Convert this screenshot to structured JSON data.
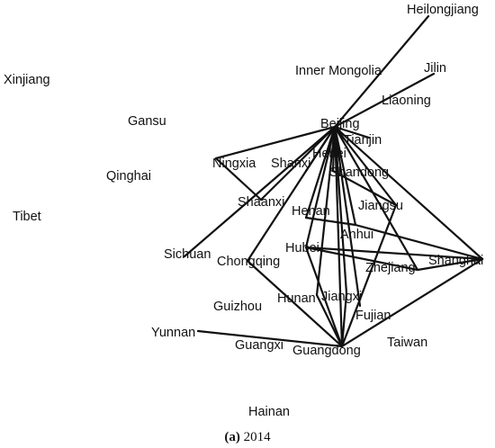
{
  "figure": {
    "caption_label": "(a)",
    "caption_year": "2014"
  },
  "nodes": [
    {
      "id": "Heilongjiang",
      "label": "Heilongjiang"
    },
    {
      "id": "Xinjiang",
      "label": "Xinjiang"
    },
    {
      "id": "InnerMongolia",
      "label": "Inner Mongolia"
    },
    {
      "id": "Jilin",
      "label": "Jilin"
    },
    {
      "id": "Liaoning",
      "label": "Liaoning"
    },
    {
      "id": "Gansu",
      "label": "Gansu"
    },
    {
      "id": "Beijing",
      "label": "Beijing"
    },
    {
      "id": "Tianjin",
      "label": "Tianjin"
    },
    {
      "id": "Hebei",
      "label": "Hebei"
    },
    {
      "id": "Ningxia",
      "label": "Ningxia"
    },
    {
      "id": "Shanxi",
      "label": "Shanxi"
    },
    {
      "id": "Shandong",
      "label": "Shandong"
    },
    {
      "id": "Qinghai",
      "label": "Qinghai"
    },
    {
      "id": "Shaanxi",
      "label": "Shaanxi"
    },
    {
      "id": "Jiangsu",
      "label": "Jiangsu"
    },
    {
      "id": "Tibet",
      "label": "Tibet"
    },
    {
      "id": "Henan",
      "label": "Henan"
    },
    {
      "id": "Anhui",
      "label": "Anhui"
    },
    {
      "id": "Sichuan",
      "label": "Sichuan"
    },
    {
      "id": "Hubei",
      "label": "Hubei"
    },
    {
      "id": "Chongqing",
      "label": "Chongqing"
    },
    {
      "id": "Shanghai",
      "label": "Shanghai"
    },
    {
      "id": "Zhejiang",
      "label": "Zhejiang"
    },
    {
      "id": "Hunan",
      "label": "Hunan"
    },
    {
      "id": "Jiangxi",
      "label": "Jiangxi"
    },
    {
      "id": "Guizhou",
      "label": "Guizhou"
    },
    {
      "id": "Fujian",
      "label": "Fujian"
    },
    {
      "id": "Yunnan",
      "label": "Yunnan"
    },
    {
      "id": "Guangxi",
      "label": "Guangxi"
    },
    {
      "id": "Guangdong",
      "label": "Guangdong"
    },
    {
      "id": "Taiwan",
      "label": "Taiwan"
    },
    {
      "id": "Hainan",
      "label": "Hainan"
    }
  ],
  "edges": [
    [
      "Beijing",
      "Heilongjiang"
    ],
    [
      "Beijing",
      "Jilin"
    ],
    [
      "Beijing",
      "Tianjin"
    ],
    [
      "Beijing",
      "Hebei"
    ],
    [
      "Beijing",
      "Ningxia"
    ],
    [
      "Beijing",
      "Shaanxi"
    ],
    [
      "Beijing",
      "Sichuan"
    ],
    [
      "Beijing",
      "Shanxi"
    ],
    [
      "Beijing",
      "Shandong"
    ],
    [
      "Beijing",
      "Henan"
    ],
    [
      "Beijing",
      "Jiangsu"
    ],
    [
      "Beijing",
      "Anhui"
    ],
    [
      "Beijing",
      "Hubei"
    ],
    [
      "Beijing",
      "Chongqing"
    ],
    [
      "Beijing",
      "Shanghai"
    ],
    [
      "Beijing",
      "Zhejiang"
    ],
    [
      "Beijing",
      "Hunan"
    ],
    [
      "Beijing",
      "Jiangxi"
    ],
    [
      "Beijing",
      "Guangdong"
    ],
    [
      "Beijing",
      "Fujian"
    ],
    [
      "Ningxia",
      "Shaanxi"
    ],
    [
      "Shandong",
      "Jiangsu"
    ],
    [
      "Henan",
      "Anhui"
    ],
    [
      "Hubei",
      "Shanghai"
    ],
    [
      "Anhui",
      "Shanghai"
    ],
    [
      "Zhejiang",
      "Shanghai"
    ],
    [
      "Hubei",
      "Zhejiang"
    ],
    [
      "Hubei",
      "Guangdong"
    ],
    [
      "Hunan",
      "Guangdong"
    ],
    [
      "Jiangxi",
      "Guangdong"
    ],
    [
      "Chongqing",
      "Guangdong"
    ],
    [
      "Yunnan",
      "Guangdong"
    ],
    [
      "Shanghai",
      "Guangdong"
    ],
    [
      "Jiangsu",
      "Guangdong"
    ]
  ]
}
